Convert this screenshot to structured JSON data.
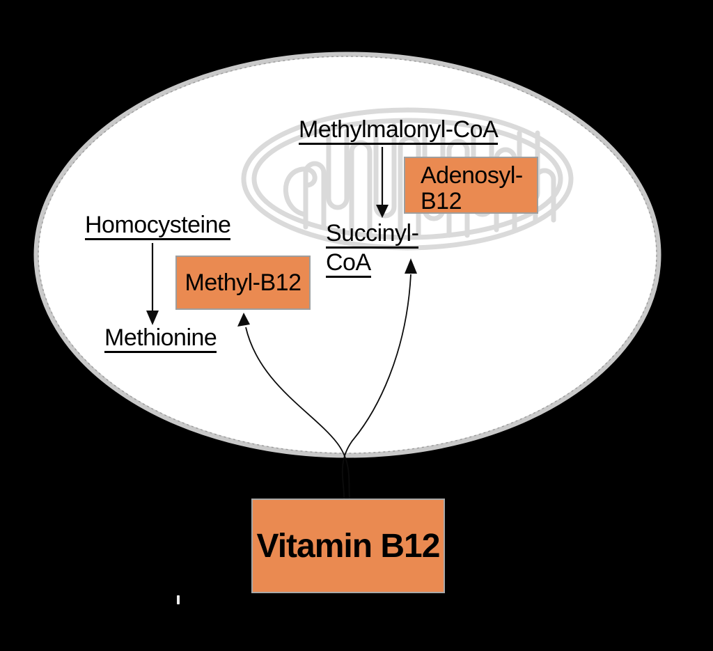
{
  "colors": {
    "background": "#000000",
    "cell_fill": "#ffffff",
    "membrane_gray": "#c9c9c9",
    "membrane_dash": "#9a9a9a",
    "mitochondrion_gray": "#dadada",
    "box_orange": "#EA8A51",
    "box_border": "#9e9e9e",
    "vitamin_border": "#a8a8a8",
    "arrow_black": "#0c0c0c",
    "text_black": "#000000"
  },
  "nodes": {
    "methylmalonyl_coa": {
      "label": "Methylmalonyl-CoA"
    },
    "succinyl_coa": {
      "line1": "Succinyl-",
      "line2": "CoA"
    },
    "homocysteine": {
      "label": "Homocysteine"
    },
    "methionine": {
      "label": "Methionine"
    },
    "adenosyl_b12": {
      "line1": "Adenosyl-",
      "line2": "B12"
    },
    "methyl_b12": {
      "label": "Methyl-B12"
    },
    "vitamin_b12": {
      "label": "Vitamin B12"
    }
  }
}
